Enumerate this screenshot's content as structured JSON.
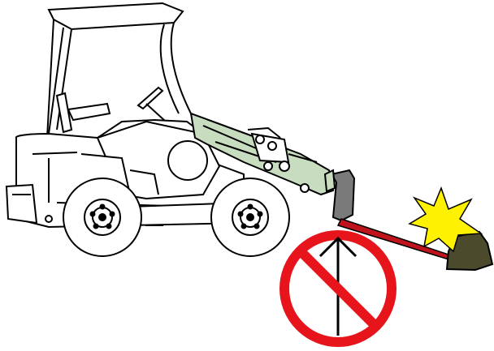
{
  "illustration": {
    "subject": "compact-wheel-loader",
    "elements": [
      "loader-body",
      "operator-cab-frame",
      "seat",
      "steering-wheel",
      "front-wheel",
      "rear-wheel",
      "lift-arm",
      "hydraulic-cylinders",
      "bucket",
      "stop-sign-icon",
      "up-arrow-icon",
      "impact-star-icon",
      "ground-obstacle",
      "attachment-lever"
    ]
  },
  "colors": {
    "outline": "#000000",
    "body_fill": "#ffffff",
    "lift_arm_fill": "#c8dcc0",
    "bucket_fill": "#7a7a7a",
    "prohibition_red": "#e8141c",
    "impact_yellow": "#fff200",
    "obstacle_fill": "#4b4a2c",
    "lever_red": "#c0141c"
  }
}
